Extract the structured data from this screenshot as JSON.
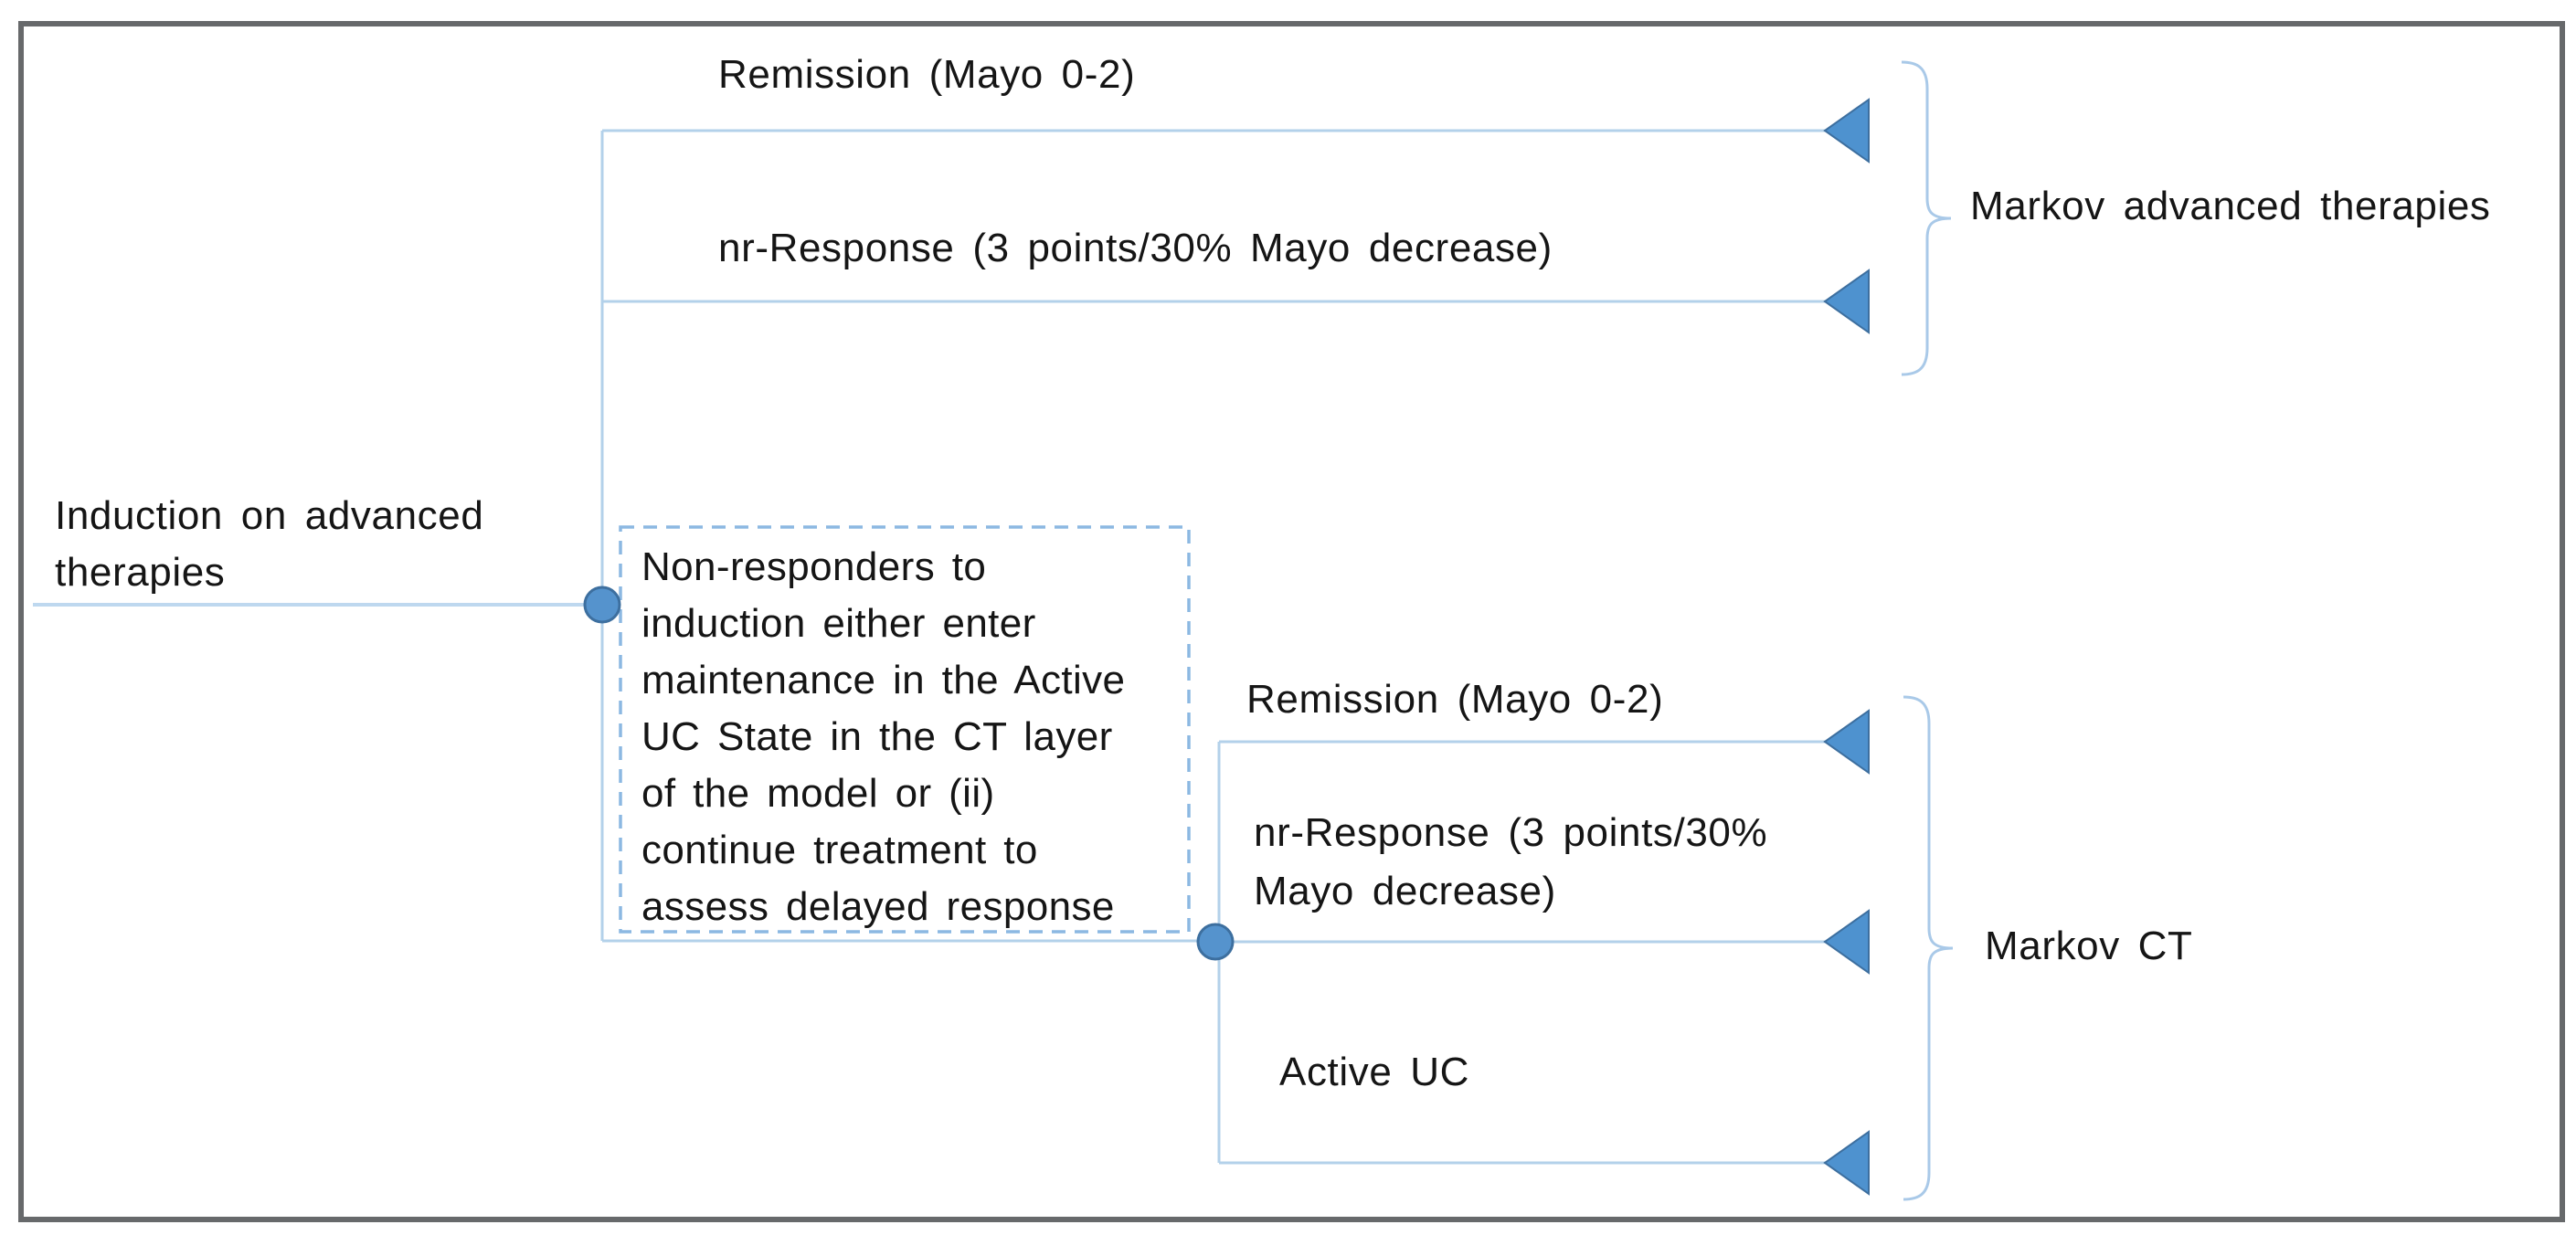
{
  "figure": {
    "root_label": "Induction on advanced therapies",
    "note_box": {
      "lines": [
        "Non-responders to",
        "induction either enter",
        "maintenance in the Active",
        "UC State in the CT layer",
        "of the model or (ii)",
        "continue treatment to",
        "assess delayed response"
      ]
    },
    "upper_subtree": {
      "branch_remission": "Remission (Mayo 0-2)",
      "branch_nr_response": "nr-Response (3 points/30% Mayo decrease)",
      "group_label": "Markov advanced therapies"
    },
    "lower_subtree": {
      "branch_remission": "Remission (Mayo 0-2)",
      "branch_nr_response_lines": [
        "nr-Response (3 points/30%",
        "Mayo decrease)"
      ],
      "branch_active_uc": "Active UC",
      "group_label": "Markov CT"
    },
    "icons": {
      "chance_node": "filled blue circle",
      "terminal_node": "left-pointing blue triangle",
      "group_brace": "right curly brace"
    },
    "colors": {
      "connector_blue": "#b3d1ea",
      "root_line_blue": "#bed8ef",
      "dashed_border_blue": "#8cb8e2",
      "node_fill_blue": "#5593cd",
      "node_stroke_blue": "#3d6f9f",
      "brace_blue": "#a9c9e8",
      "frame_gray": "#67696b",
      "text_color": "#151515"
    }
  }
}
